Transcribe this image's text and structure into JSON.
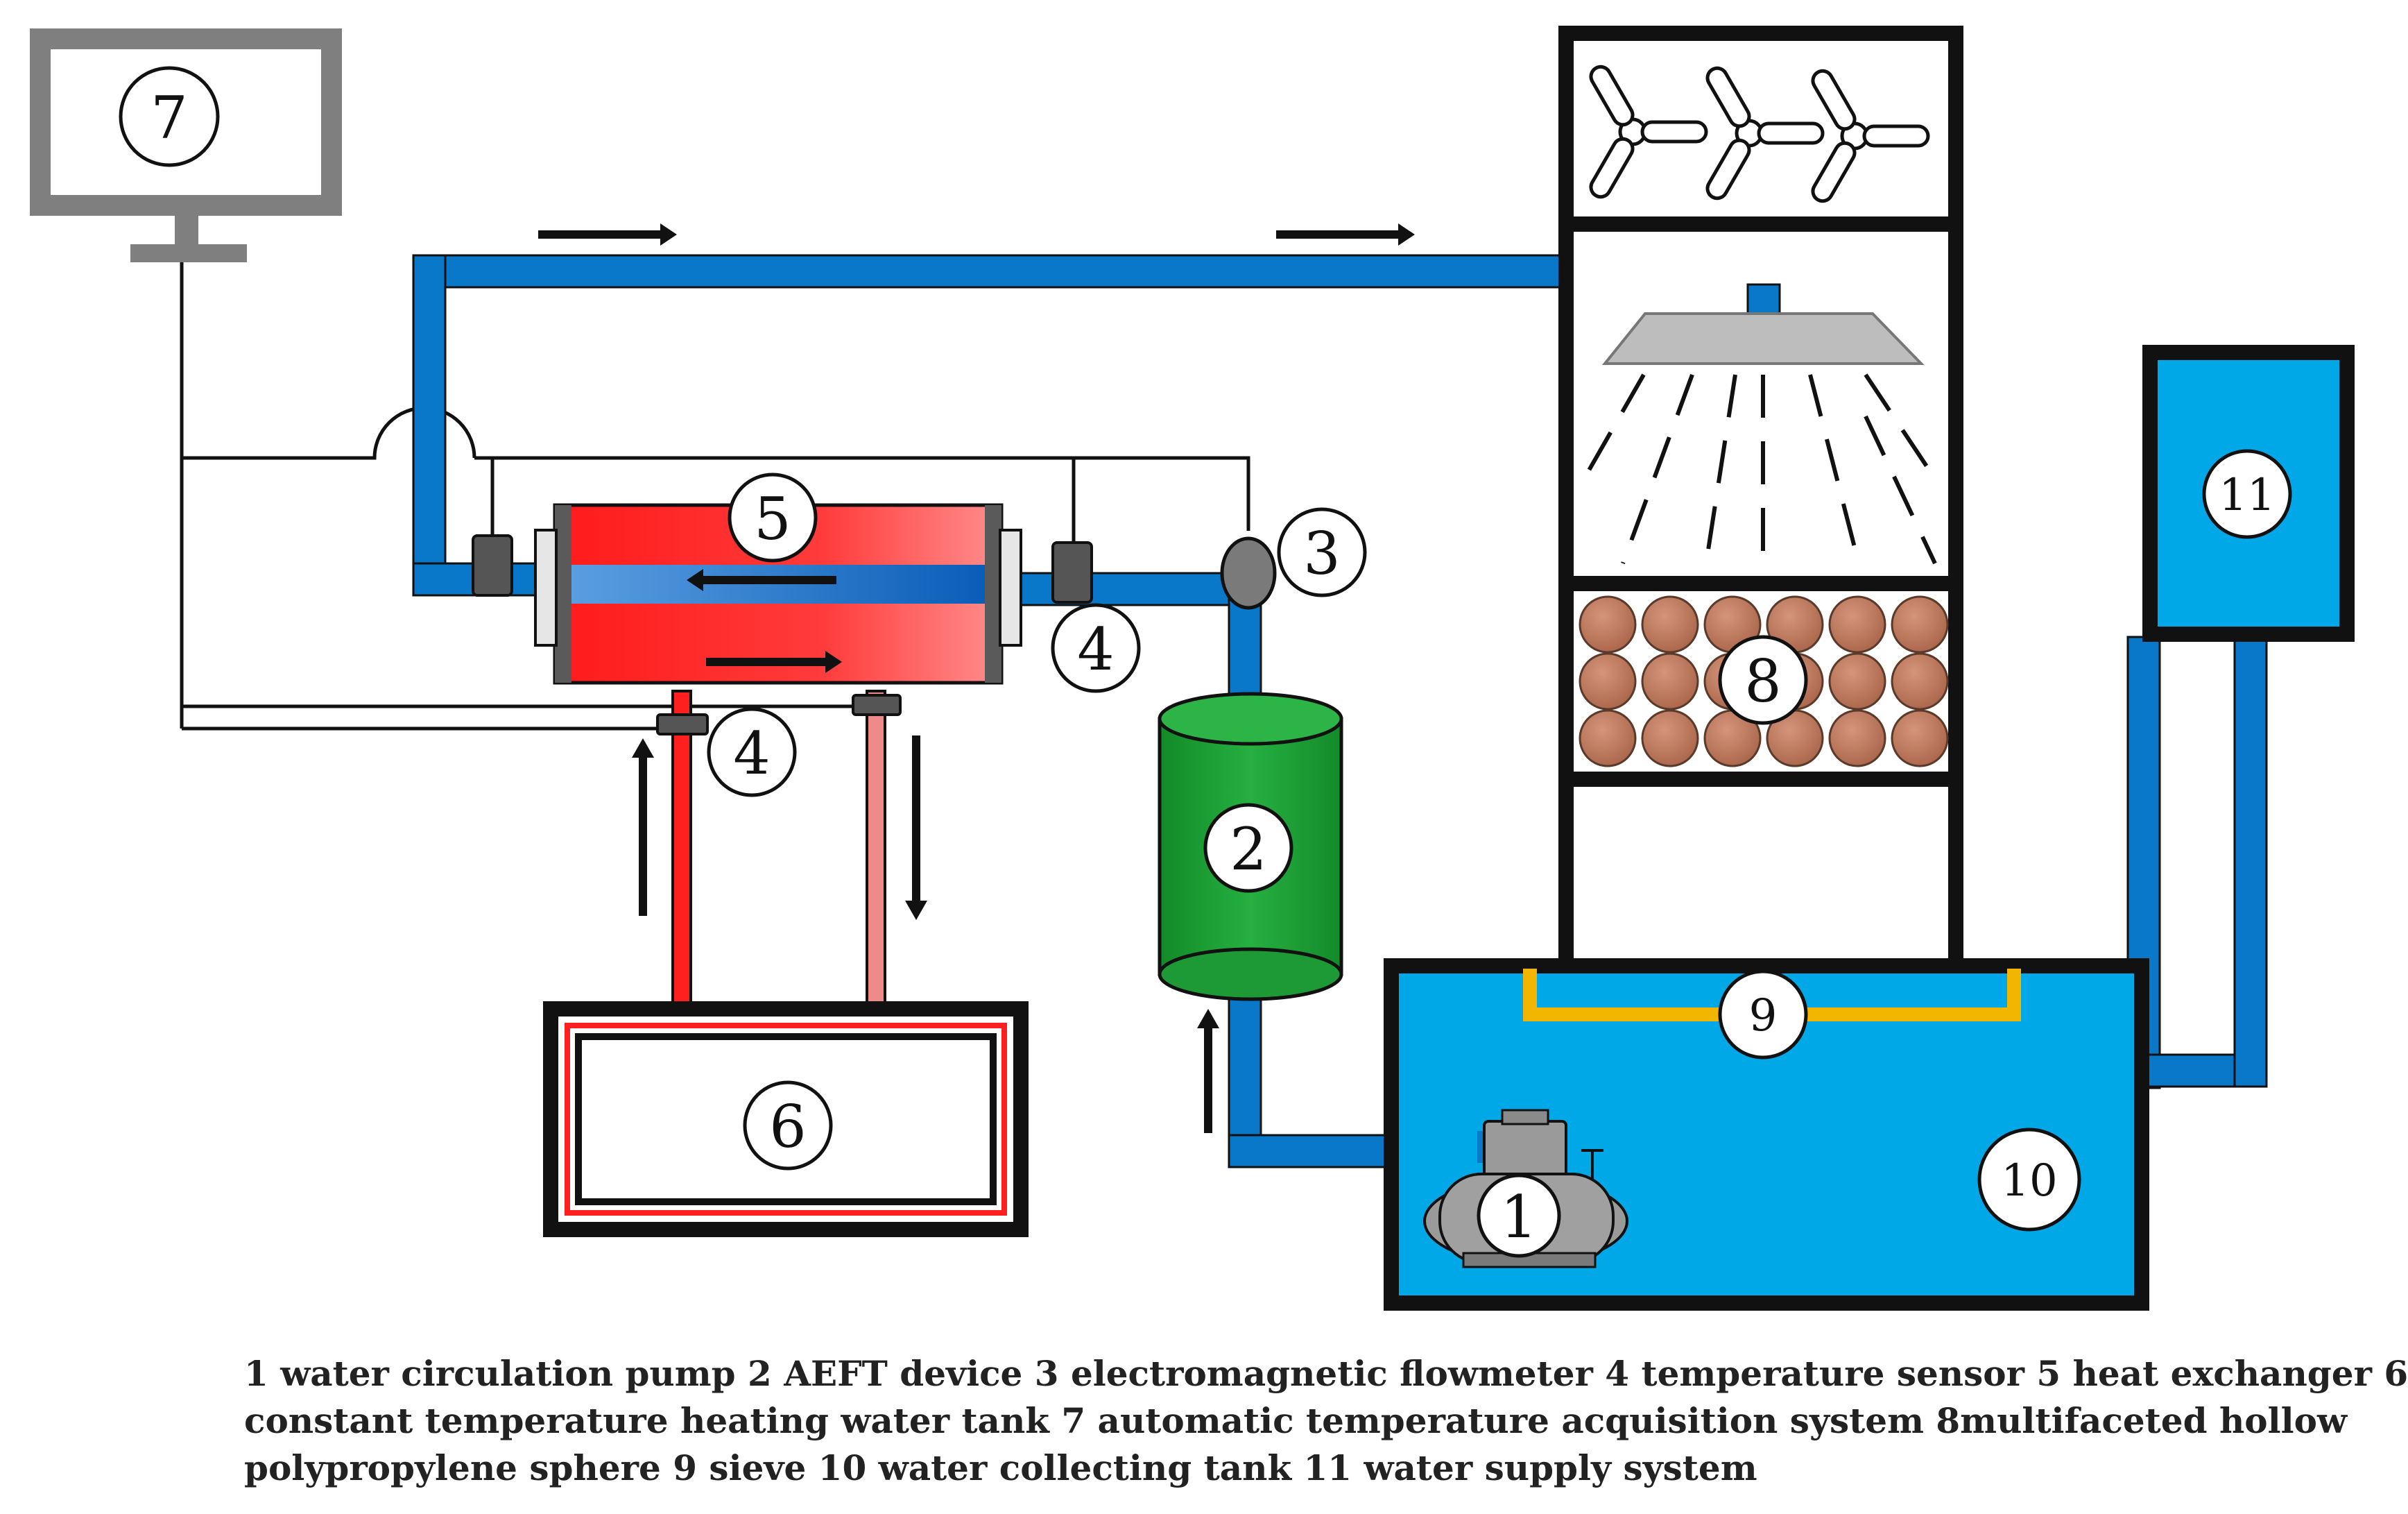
{
  "labels": {
    "monitor": "7",
    "heat_exchanger": "5",
    "flowmeter": "3",
    "sensor_right": "4",
    "sensor_bottom": "4",
    "aeft_device": "2",
    "heating_tank": "6",
    "packing": "8",
    "sieve": "9",
    "collecting_tank": "10",
    "pump": "1",
    "water_supply": "11"
  },
  "caption": {
    "line1": "1 water circulation pump 2 AEFT device 3 electromagnetic flowmeter 4 temperature sensor 5 heat exchanger 6",
    "line2": "constant temperature heating water tank 7 automatic temperature acquisition system 8multifaceted hollow",
    "line3": "polypropylene sphere 9 sieve 10 water collecting tank 11 water supply system"
  },
  "colors": {
    "pipe_blue": "#0a78c8",
    "water_blue": "#00a8e8",
    "hot_red": "#ff1f1f",
    "warm_pink": "#f08a8a",
    "device_green": "#1a9e35",
    "sieve_yellow": "#f2b600",
    "sphere_brown": "#c07a5c",
    "frame_black": "#111111",
    "monitor_gray": "#7f7f7f"
  }
}
